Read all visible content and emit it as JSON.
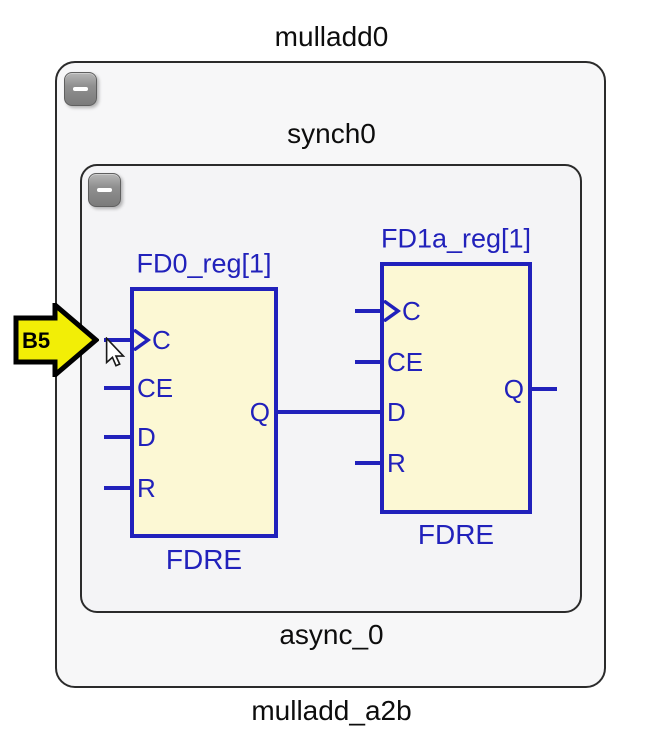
{
  "hierarchy": {
    "outer": {
      "instance": "mulladd0",
      "module": "mulladd_a2b"
    },
    "inner": {
      "instance": "synch0",
      "module": "async_0"
    }
  },
  "cells": [
    {
      "name": "FD0_reg[1]",
      "type": "FDRE",
      "pins": {
        "c": "C",
        "ce": "CE",
        "d": "D",
        "r": "R",
        "q": "Q"
      }
    },
    {
      "name": "FD1a_reg[1]",
      "type": "FDRE",
      "pins": {
        "c": "C",
        "ce": "CE",
        "d": "D",
        "r": "R",
        "q": "Q"
      }
    }
  ],
  "marker": {
    "label": "B5"
  },
  "colors": {
    "symbol_blue": "#2121bb",
    "cell_fill": "#fcf8d4",
    "marker_yellow": "#f2ee06",
    "block_fill": "#f6f6f8",
    "block_border": "#2b2b2b"
  }
}
